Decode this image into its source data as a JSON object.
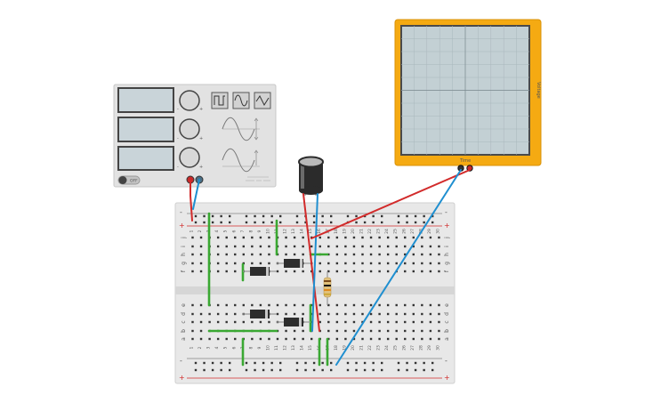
{
  "function_generator": {
    "knob_labels": [
      {
        "left": "-",
        "right": "+"
      },
      {
        "left": "-",
        "right": "+"
      },
      {
        "left": "-",
        "right": "+"
      }
    ],
    "wave_buttons": [
      "square-wave-icon",
      "sine-wave-icon",
      "triangle-wave-icon"
    ],
    "power_label": "OFF",
    "body_color": "#e2e2e2",
    "display_color": "#c9d4d9"
  },
  "oscilloscope": {
    "x_label": "Time",
    "y_label": "Voltage",
    "frame_color": "#f5aa12",
    "screen_color": "#c3d0d4"
  },
  "breadboard": {
    "columns": [
      "1",
      "2",
      "3",
      "4",
      "5",
      "6",
      "7",
      "8",
      "9",
      "10",
      "11",
      "12",
      "13",
      "14",
      "15",
      "16",
      "17",
      "18",
      "19",
      "20",
      "21",
      "22",
      "23",
      "24",
      "25",
      "26",
      "27",
      "28",
      "29",
      "30"
    ],
    "rows_top": [
      "j",
      "i",
      "h",
      "g",
      "f"
    ],
    "rows_bottom": [
      "e",
      "d",
      "c",
      "b",
      "a"
    ],
    "rail_plus": "+",
    "rail_minus": "-"
  },
  "wire_colors": {
    "red": "#d22b2b",
    "blue": "#1f8fd0",
    "green": "#3aa832"
  }
}
